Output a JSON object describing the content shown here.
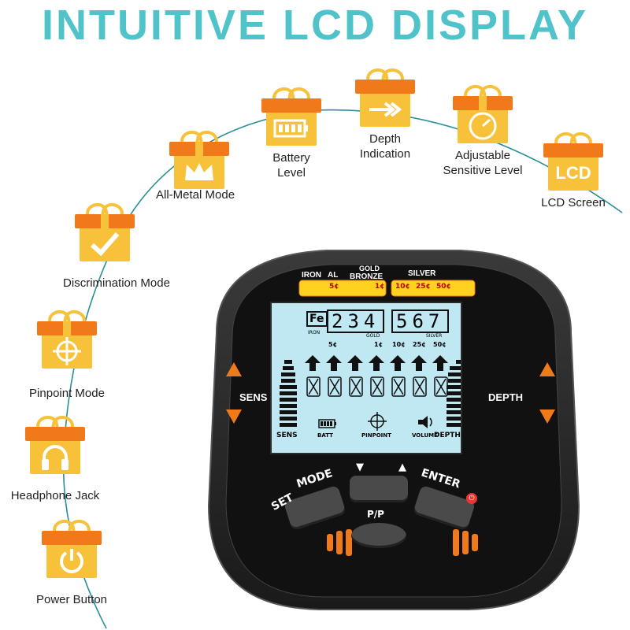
{
  "title": "INTUITIVE LCD DISPLAY",
  "colors": {
    "accent": "#4fc3c9",
    "gift_body": "#f8c13a",
    "gift_lid": "#f07a1a",
    "lcd": "#bfe8f3"
  },
  "features": [
    {
      "id": "power",
      "label": "Power Button",
      "icon": "power-icon"
    },
    {
      "id": "headphone",
      "label": "Headphone Jack",
      "icon": "headphone-icon"
    },
    {
      "id": "pinpoint",
      "label": "Pinpoint Mode",
      "icon": "crosshair-icon"
    },
    {
      "id": "discrimination",
      "label": "Discrimination Mode",
      "icon": "check-icon"
    },
    {
      "id": "allmetal",
      "label": "All-Metal Mode",
      "icon": "crown-icon"
    },
    {
      "id": "battery",
      "label": "Battery\nLevel",
      "icon": "battery-icon"
    },
    {
      "id": "depth",
      "label": "Depth\nIndication",
      "icon": "arrow-icon"
    },
    {
      "id": "sensitive",
      "label": "Adjustable\nSensitive Level",
      "icon": "gauge-icon"
    },
    {
      "id": "lcd",
      "label": "LCD Screen",
      "icon": "lcd-text-icon",
      "icon_text": "LCD"
    }
  ],
  "device": {
    "top_labels": {
      "iron": "IRON",
      "al": "AL",
      "gold": "GOLD",
      "bronze": "BRONZE",
      "silver": "SILVER"
    },
    "coins": [
      "5¢",
      "1¢",
      "10¢",
      "25¢",
      "50¢"
    ],
    "lcd": {
      "fe": "Fe",
      "digits_left": "234",
      "digits_right": "567",
      "iron_small": "IRON",
      "gold_small": "GOLD",
      "silver_small": "SILVER",
      "coins": [
        "5¢",
        "1¢",
        "10¢",
        "25¢",
        "50¢"
      ],
      "sens": "SENS",
      "batt": "BATT",
      "pinpoint": "PINPOINT",
      "volume": "VOLUME",
      "depth": "DEPTH"
    },
    "side_left": "SENS",
    "side_right": "DEPTH",
    "buttons": {
      "set": "SET",
      "mode": "MODE",
      "enter": "ENTER",
      "pp": "P/P"
    }
  }
}
